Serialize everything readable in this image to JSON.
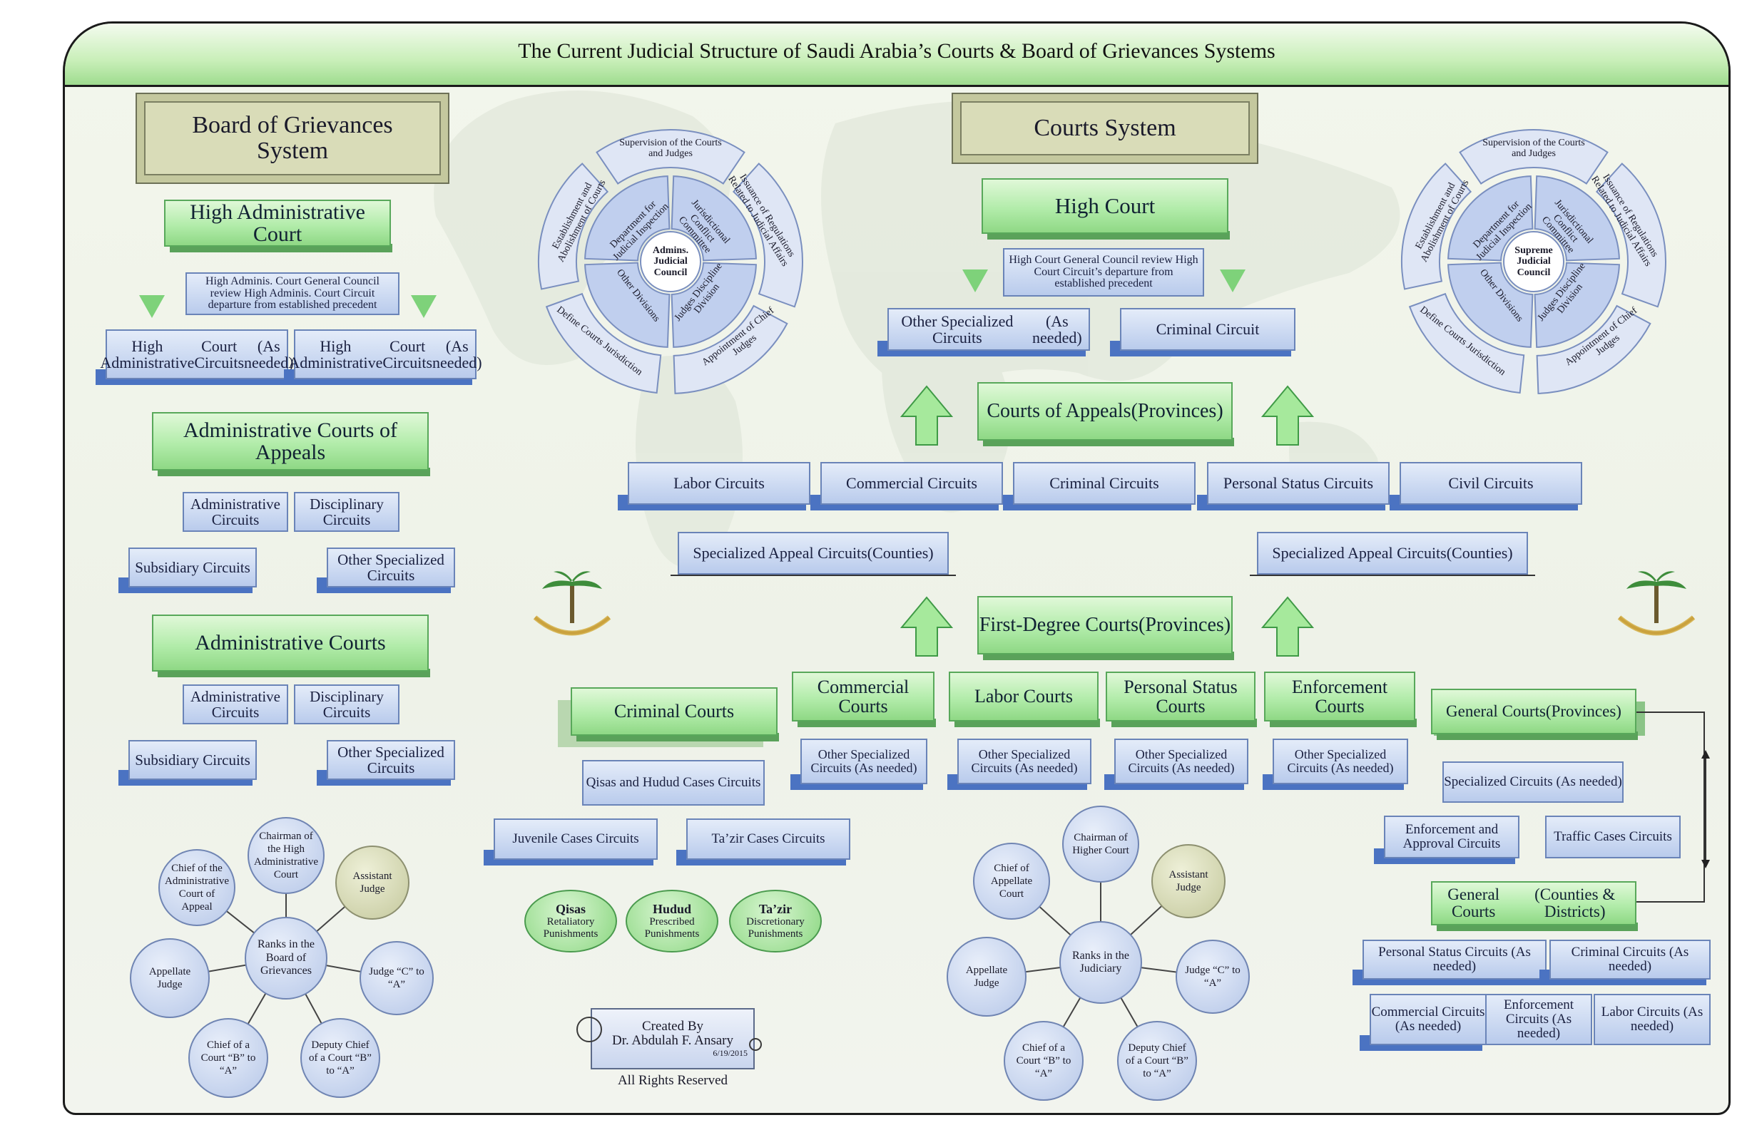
{
  "title": "The Current  Judicial Structure of Saudi Arabia’s Courts & Board of Grievances Systems",
  "board": {
    "header": "Board of Grievances System",
    "high_court": "High Administrative Court",
    "council_note": "High Adminis. Court General Council review High Adminis. Court Circuit departure from established precedent",
    "circuit_left": [
      "High Administrative",
      "Court Circuits",
      "(As needed)"
    ],
    "circuit_right": [
      "High Administrative",
      "Court Circuits",
      "(As needed)"
    ],
    "appeals": "Administrative Courts of Appeals",
    "appeals_circuits": [
      "Administrative Circuits",
      "Disciplinary Circuits",
      "Subsidiary Circuits",
      "Other Specialized Circuits"
    ],
    "admin_courts": "Administrative Courts",
    "admin_circuits": [
      "Administrative Circuits",
      "Disciplinary Circuits",
      "Subsidiary Circuits",
      "Other Specialized Circuits"
    ]
  },
  "board_ranks": {
    "center": "Ranks in the Board of Grievances",
    "nodes": [
      "Chairman of the High Administrative Court",
      "Assistant Judge",
      "Chief of the Administrative Court of Appeal",
      "Appellate Judge",
      "Judge “C” to “A”",
      "Chief of a Court “B” to “A”",
      "Deputy Chief of a Court “B” to “A”"
    ]
  },
  "admin_council": {
    "center": "Admins. Judicial Council",
    "outer": [
      "Supervision of the Courts and Judges",
      "Issuance of Regulations Related to Judicial Affairs",
      "Appointment of Chief Judges",
      "Define Courts Jurisdiction",
      "Establishment and Abolishment of Courts"
    ],
    "inner": [
      "Jurisdictional Conflict Committee",
      "Judges Discipline Division",
      "Other Divisions",
      "Department for Judicial Inspection"
    ]
  },
  "supreme_council": {
    "center": "Supreme Judicial Council",
    "outer": [
      "Supervision of the Courts and Judges",
      "Issuance of Regulations Related to Judicial Affairs",
      "Appointment of Chief Judges",
      "Define Courts Jurisdiction",
      "Establishment and Abolishment of Courts"
    ],
    "inner": [
      "Jurisdictional Conflict Committee",
      "Judges Discipline Division",
      "Other Divisions",
      "Department for Judicial Inspection"
    ]
  },
  "courts": {
    "header": "Courts System",
    "high_court": "High Court",
    "council_note": "High Court General Council review High Court Circuit’s departure from established precedent",
    "other_specialized": [
      "Other Specialized Circuits",
      "(As needed)"
    ],
    "criminal_circuit": "Criminal Circuit",
    "appeals": [
      "Courts of Appeals",
      "(Provinces)"
    ],
    "appeal_circuits": [
      "Labor Circuits",
      "Commercial Circuits",
      "Criminal Circuits",
      "Personal Status Circuits",
      "Civil Circuits"
    ],
    "specialized_appeal_left": [
      "Specialized Appeal Circuits",
      "(Counties)"
    ],
    "specialized_appeal_right": [
      "Specialized Appeal Circuits",
      "(Counties)"
    ],
    "first_degree": [
      "First-Degree Courts",
      "(Provinces)"
    ],
    "criminal_courts": "Criminal Courts",
    "first_courts": [
      {
        "name": "Commercial Courts",
        "sub": "Other Specialized Circuits (As needed)"
      },
      {
        "name": "Labor Courts",
        "sub": "Other Specialized Circuits  (As needed)"
      },
      {
        "name": "Personal Status Courts",
        "sub": "Other Specialized Circuits (As needed)"
      },
      {
        "name": "Enforcement Courts",
        "sub": "Other Specialized Circuits (As needed)"
      }
    ],
    "criminal_sub": [
      "Qisas and Hudud Cases Circuits",
      "Juvenile Cases Circuits",
      "Ta’zir Cases Circuits"
    ],
    "punishments": [
      {
        "name": "Qisas",
        "desc": "Retaliatory Punishments"
      },
      {
        "name": "Hudud",
        "desc": "Prescribed Punishments"
      },
      {
        "name": "Ta’zir",
        "desc": "Discretionary Punishments"
      }
    ],
    "general_prov": [
      "General Courts",
      "(Provinces)"
    ],
    "general_prov_circuits": [
      "Specialized Circuits (As needed)",
      "Enforcement and Approval Circuits",
      "Traffic Cases Circuits"
    ],
    "general_county": [
      "General Courts",
      "(Counties & Districts)"
    ],
    "general_county_circuits": [
      "Personal Status Circuits (As needed)",
      "Criminal Circuits (As needed)",
      "Commercial Circuits (As needed)",
      "Enforcement Circuits (As needed)",
      "Labor Circuits (As needed)"
    ]
  },
  "judiciary_ranks": {
    "center": "Ranks in the Judiciary",
    "nodes": [
      "Chairman of Higher Court",
      "Assistant Judge",
      "Chief of Appellate Court",
      "Appellate Judge",
      "Judge “C” to “A”",
      "Chief of a Court “B” to “A”",
      "Deputy Chief of a Court “B” to “A”"
    ]
  },
  "credit": {
    "line1": "Created By",
    "line2": "Dr. Abdulah F. Ansary",
    "date": "6/19/2015",
    "rights": "All Rights Reserved"
  },
  "colors": {
    "green": "#a5e49a",
    "blue": "#4b73c2",
    "bevel": "#d9dcb8"
  }
}
